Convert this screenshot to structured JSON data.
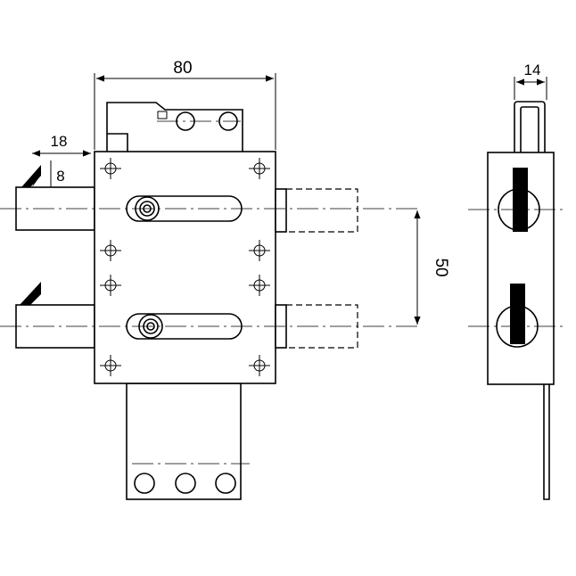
{
  "dimensions": {
    "width_80": "80",
    "offset_18": "18",
    "offset_8": "8",
    "spacing_50": "50",
    "depth_14": "14"
  },
  "colors": {
    "line": "#000000",
    "background": "#ffffff"
  }
}
